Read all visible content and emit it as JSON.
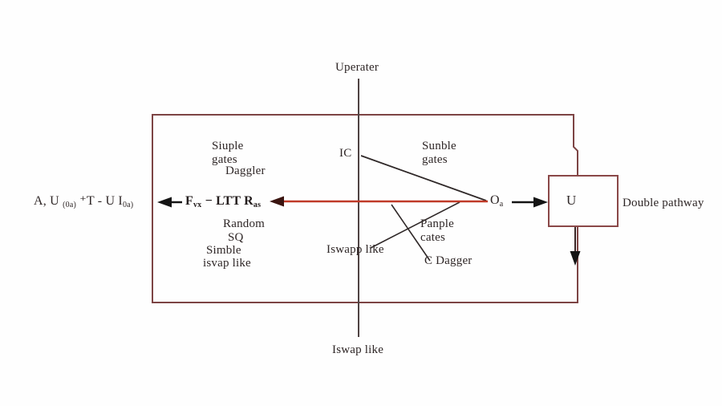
{
  "diagram": {
    "colors": {
      "rect_border": "#7d4444",
      "red_line": "#c03a28",
      "red_arrowhead": "#3a1410",
      "black_line": "#2f2828",
      "arrow_black": "#141414",
      "text": "#2e2626"
    },
    "labels": {
      "top_operator": "Uperater",
      "bottom_operator": "Iswap like",
      "ic": "IC",
      "simple_gates_line1": "Siuple",
      "simple_gates_line2": "gates",
      "daggler": "Daggler",
      "sunble_gates_line1": "Sunble",
      "sunble_gates_line2": "gates",
      "random": "Random",
      "sq": "SQ",
      "simble": "Simble",
      "isvap_like": "isvap like",
      "iswapp_like": "Iswapp like",
      "panple_line1": "Panple",
      "panple_line2": "cates",
      "c_dagger": "C Dagger",
      "u_box": "U",
      "double_pathway": "Double pathway"
    },
    "formula_left": {
      "p1": "A, U ",
      "sub1": "(0a)",
      "p2": " ⁺T - U I",
      "sub2": "0a)"
    },
    "fvx_expression": {
      "p1": "F",
      "sub1": "vx",
      "p2": " − LTT R",
      "sub2": "as"
    },
    "oa_node": {
      "p1": "O",
      "sub1": "a"
    }
  }
}
